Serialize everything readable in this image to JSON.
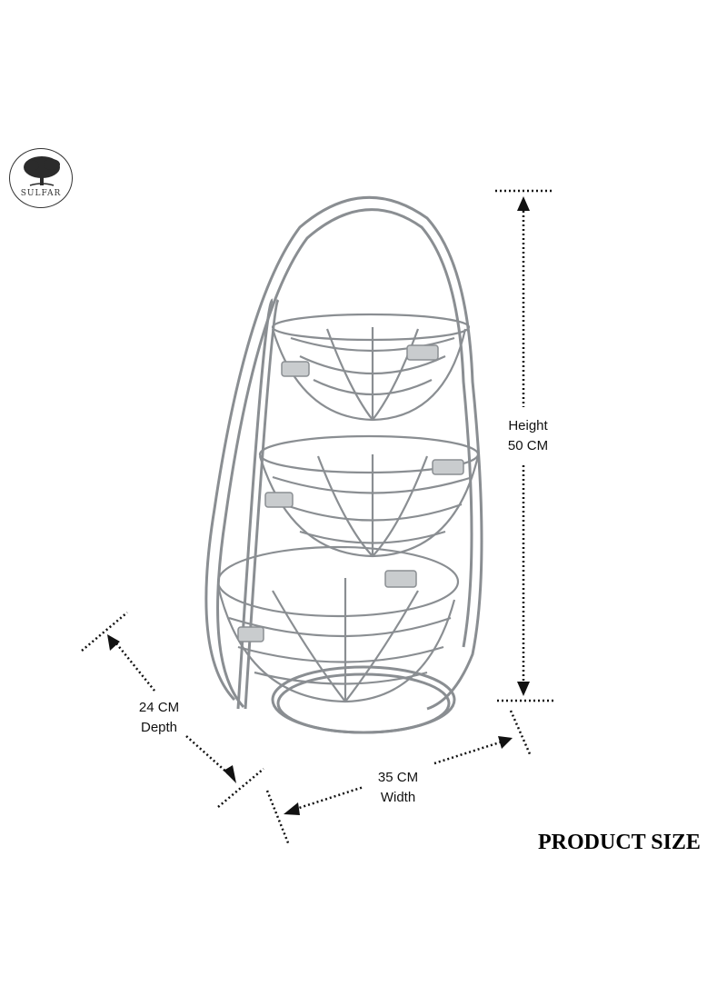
{
  "logo": {
    "text": "SULFAR",
    "icon": "tree-icon"
  },
  "dimensions": {
    "height": {
      "value": "50 CM",
      "label": "Height"
    },
    "depth": {
      "value": "24 CM",
      "label": "Depth"
    },
    "width": {
      "value": "35 CM",
      "label": "Width"
    }
  },
  "section_title": "PRODUCT SIZE",
  "colors": {
    "wire": "#8a8e92",
    "text": "#111111",
    "arrow": "#111111"
  }
}
